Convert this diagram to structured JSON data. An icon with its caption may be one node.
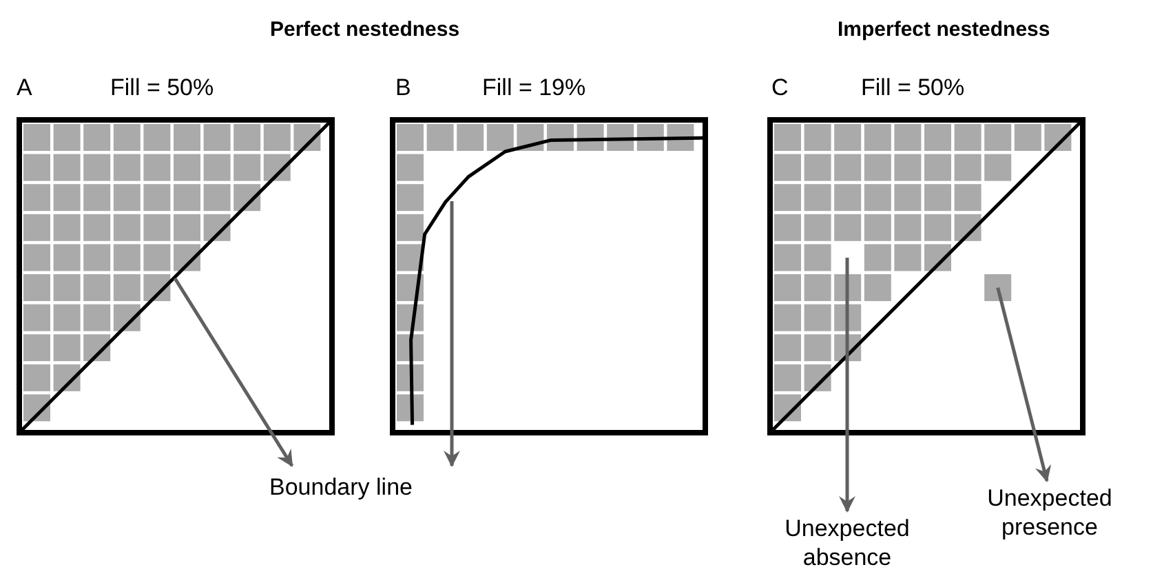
{
  "diagram": {
    "nodes": [
      {
        "text": [
          "Boundary line"
        ]
      },
      {
        "text": [],
        "shape": "line"
      },
      {
        "text": [],
        "shape": "line"
      },
      {
        "text": [
          "Unexpected absence"
        ]
      },
      {
        "text": [
          "Unexpected presence"
        ]
      },
      {
        "text": [],
        "shape": "box"
      }
    ],
    "edges": [
      {
        "from": 1,
        "to": 0,
        "arrow": "to"
      },
      {
        "from": 2,
        "to": 0,
        "arrow": "to"
      },
      {
        "from": null,
        "to": 3,
        "arrow": "to"
      },
      {
        "from": 5,
        "to": 4,
        "arrow": "to"
      }
    ],
    "labels": [
      "Perfect nestedness",
      "Imperfect nestedness",
      "A",
      "Fill = 50%",
      "B",
      "Fill = 19%",
      "C",
      "Fill = 50%"
    ]
  }
}
